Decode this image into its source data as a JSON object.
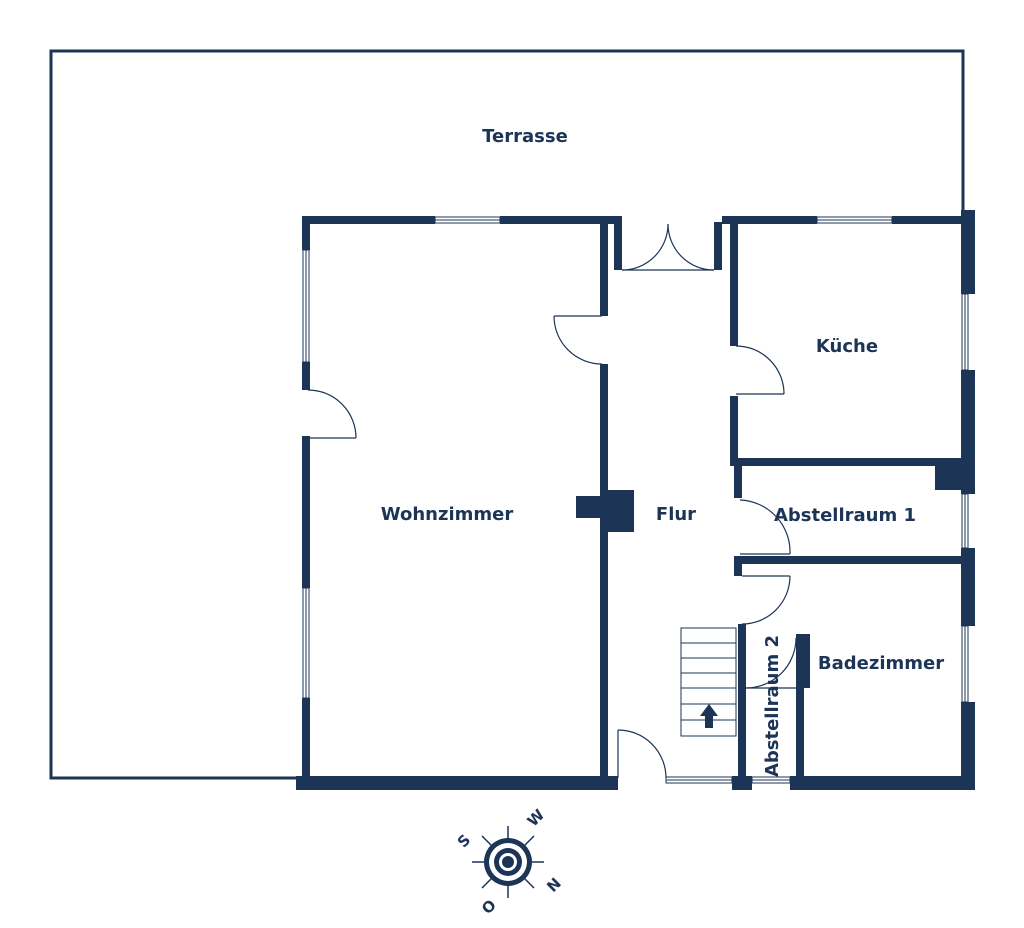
{
  "rooms": {
    "terrasse": "Terrasse",
    "wohnzimmer": "Wohnzimmer",
    "flur": "Flur",
    "kueche": "Küche",
    "abstellraum1": "Abstellraum 1",
    "abstellraum2": "Abstellraum 2",
    "badezimmer": "Badezimmer"
  },
  "compass": {
    "north": "N",
    "south": "S",
    "east": "O",
    "west": "W",
    "icon": "compass-rose-icon"
  },
  "stairs": {
    "icon": "stair-up-arrow-icon"
  },
  "colors": {
    "wall": "#1c3456",
    "line": "#1c3456",
    "background": "#ffffff"
  }
}
